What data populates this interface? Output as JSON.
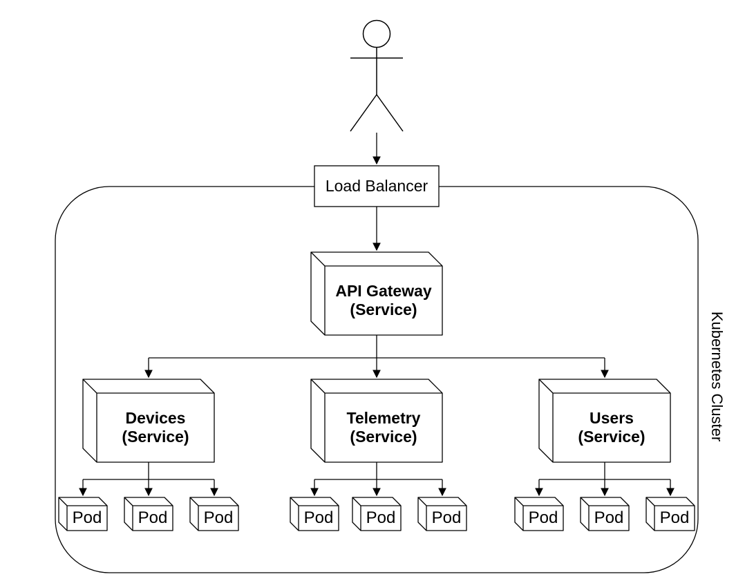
{
  "colors": {
    "background": "#ffffff",
    "stroke": "#000000",
    "node_fill": "#ffffff",
    "text": "#000000"
  },
  "cluster": {
    "label": "Kubernetes Cluster"
  },
  "load_balancer": {
    "label": "Load Balancer"
  },
  "api_gateway": {
    "line1": "API Gateway",
    "line2": "(Service)"
  },
  "services": [
    {
      "line1": "Devices",
      "line2": "(Service)",
      "pods": [
        "Pod",
        "Pod",
        "Pod"
      ]
    },
    {
      "line1": "Telemetry",
      "line2": "(Service)",
      "pods": [
        "Pod",
        "Pod",
        "Pod"
      ]
    },
    {
      "line1": "Users",
      "line2": "(Service)",
      "pods": [
        "Pod",
        "Pod",
        "Pod"
      ]
    }
  ]
}
